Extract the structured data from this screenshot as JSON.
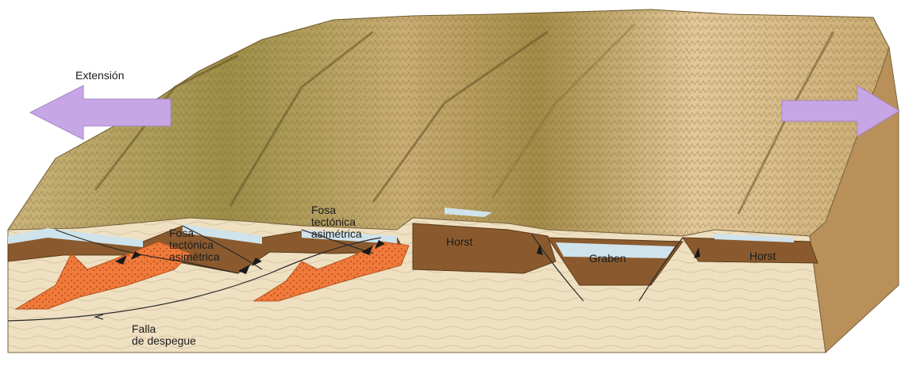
{
  "labels": {
    "extension": "Extensión",
    "fosa_1": [
      "Fosa",
      "tectónica",
      "asimétrica"
    ],
    "fosa_2": [
      "Fosa",
      "tectónica",
      "asimétrica"
    ],
    "horst_left": "Horst",
    "graben": "Graben",
    "horst_right": "Horst",
    "falla": [
      "Falla",
      "de despegue"
    ]
  },
  "colors": {
    "arrow": "#c7a6e6",
    "terrain_light": "#d8c08c",
    "terrain_dark": "#8a7a3c",
    "crust": "#efe0c2",
    "brown_layer": "#8a5a2e",
    "water_layer": "#cfe3ec",
    "magma": "#ef7a3a"
  }
}
